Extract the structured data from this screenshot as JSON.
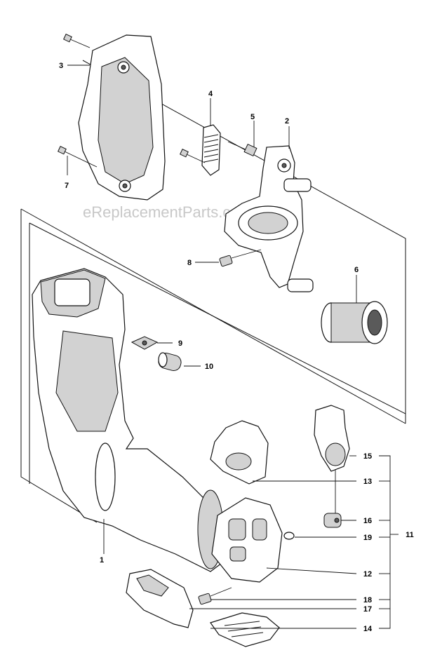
{
  "watermark": "eReplacementParts.com",
  "callouts": [
    "1",
    "2",
    "3",
    "4",
    "5",
    "6",
    "7",
    "8",
    "9",
    "10",
    "11",
    "12",
    "13",
    "14",
    "15",
    "16",
    "17",
    "18",
    "19"
  ]
}
